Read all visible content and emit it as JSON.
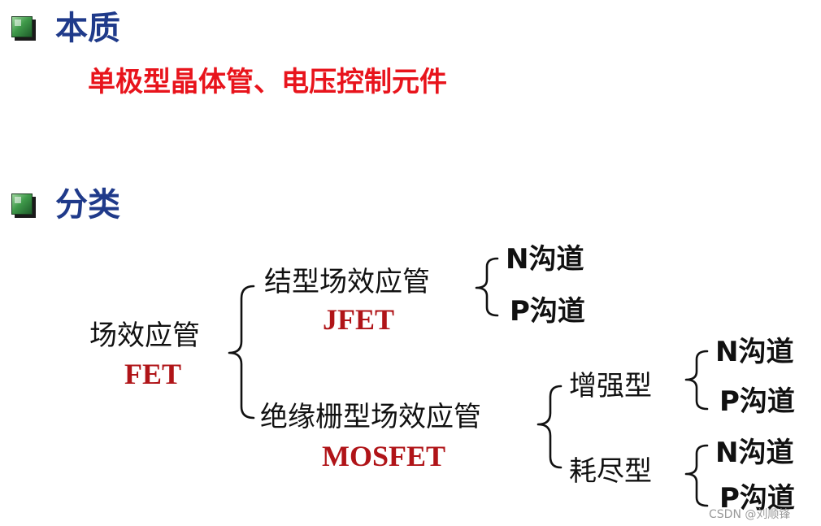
{
  "sections": [
    {
      "title": "本质",
      "content": "单极型晶体管、电压控制元件"
    },
    {
      "title": "分类"
    }
  ],
  "tree": {
    "root": {
      "name": "场效应管",
      "abbr": "FET"
    },
    "jfet": {
      "name": "结型场效应管",
      "abbr": "JFET",
      "leaves": [
        "N沟道",
        "P沟道"
      ]
    },
    "mosfet": {
      "name": "绝缘栅型场效应管",
      "abbr": "MOSFET",
      "enhancement": {
        "name": "增强型",
        "leaves": [
          "N沟道",
          "P沟道"
        ]
      },
      "depletion": {
        "name": "耗尽型",
        "leaves": [
          "N沟道",
          "P沟道"
        ]
      }
    }
  },
  "watermark": "CSDN @刘顺锋",
  "colors": {
    "heading": "#1f3a8a",
    "highlight": "#e8141c",
    "abbr": "#b01418",
    "text": "#111111"
  },
  "icons": {
    "bullet": "square-bullet-icon"
  }
}
